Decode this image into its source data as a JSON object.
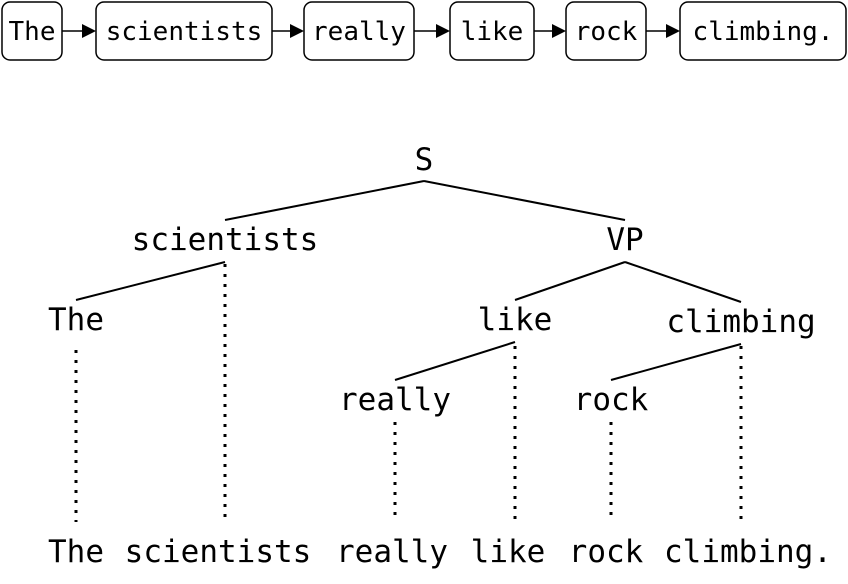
{
  "sequence": {
    "tokens": [
      "The",
      "scientists",
      "really",
      "like",
      "rock",
      "climbing."
    ]
  },
  "tree": {
    "root": "S",
    "vp": "VP",
    "scientists": "scientists",
    "the": "The",
    "like": "like",
    "climbing": "climbing",
    "really": "really",
    "rock": "rock"
  },
  "sentence": {
    "words": [
      "The",
      "scientists",
      "really",
      "like",
      "rock",
      "climbing."
    ]
  }
}
